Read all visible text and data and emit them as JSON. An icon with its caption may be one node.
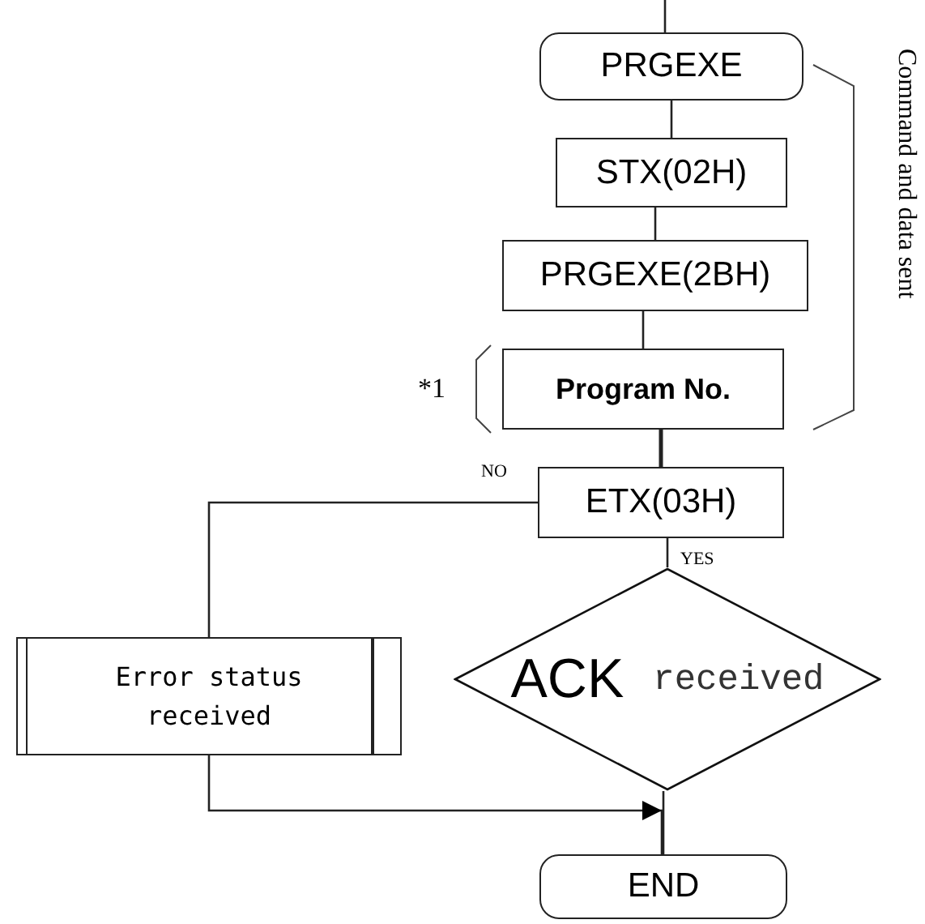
{
  "diagram": {
    "nodes": [
      {
        "text": [
          "PRGEXE"
        ]
      },
      {
        "text": [
          "STX(02H)"
        ]
      },
      {
        "text": [
          "PRGEXE(2BH)"
        ]
      },
      {
        "text": [
          "Program No."
        ]
      },
      {
        "text": [
          "ETX(03H)"
        ]
      },
      {
        "text": [
          "ACK",
          "received"
        ]
      },
      {
        "text": [
          "Error status received"
        ]
      },
      {
        "text": [
          "END"
        ]
      }
    ],
    "edges": [
      {
        "from": null,
        "to": 0,
        "arrow": "none"
      },
      {
        "from": 0,
        "to": 1,
        "arrow": "none"
      },
      {
        "from": 1,
        "to": 2,
        "arrow": "none"
      },
      {
        "from": 2,
        "to": 3,
        "arrow": "none"
      },
      {
        "from": 3,
        "to": 4,
        "arrow": "none"
      },
      {
        "from": 4,
        "to": 6,
        "arrow": "none",
        "label": "NO"
      },
      {
        "from": 4,
        "to": 5,
        "arrow": "none",
        "label": "YES"
      },
      {
        "from": 5,
        "to": 7,
        "arrow": "none"
      },
      {
        "from": 6,
        "to": 7,
        "arrow": "to"
      }
    ],
    "labels": [
      "*1",
      "Command and data sent"
    ]
  }
}
